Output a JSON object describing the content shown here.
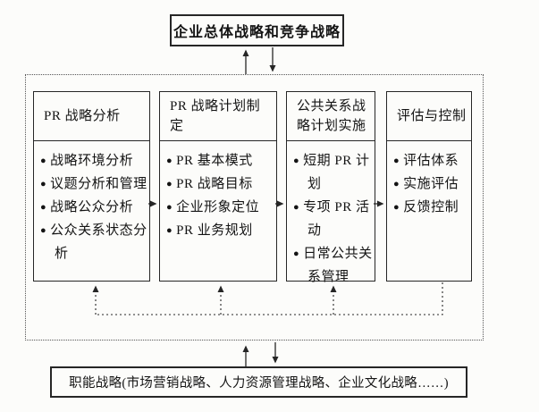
{
  "diagram": {
    "title_box": {
      "label": "企业总体战略和竞争战略"
    },
    "stages": [
      {
        "title": "PR 战略分析",
        "items": [
          "战略环境分析",
          "议题分析和管理",
          "战略公众分析",
          "公众关系状态分析"
        ]
      },
      {
        "title": "PR 战略计划制定",
        "items": [
          "PR 基本模式",
          "PR 战略目标",
          "企业形象定位",
          "PR 业务规划"
        ]
      },
      {
        "title": "公共关系战略计划实施",
        "items": [
          "短期 PR 计划",
          "专项 PR 活动",
          "日常公共关系管理"
        ]
      },
      {
        "title": "评估与控制",
        "items": [
          "评估体系",
          "实施评估",
          "反馈控制"
        ]
      }
    ],
    "bottom_box": {
      "label": "职能战略(市场营销战略、人力资源管理战略、企业文化战略……)"
    },
    "colors": {
      "line": "#262626",
      "background": "#fcfcfa"
    }
  }
}
